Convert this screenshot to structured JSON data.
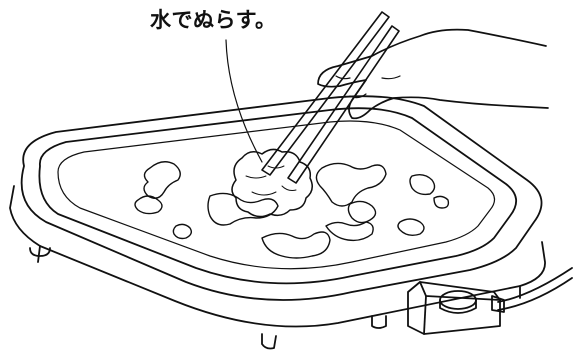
{
  "caption": "水でぬらす。",
  "icons": {
    "hot_plate": "hot-plate-illustration",
    "hand": "hand-with-chopsticks",
    "cloth": "wet-cloth",
    "control": "temperature-control-unit"
  },
  "colors": {
    "line": "#111111",
    "background": "#ffffff"
  }
}
